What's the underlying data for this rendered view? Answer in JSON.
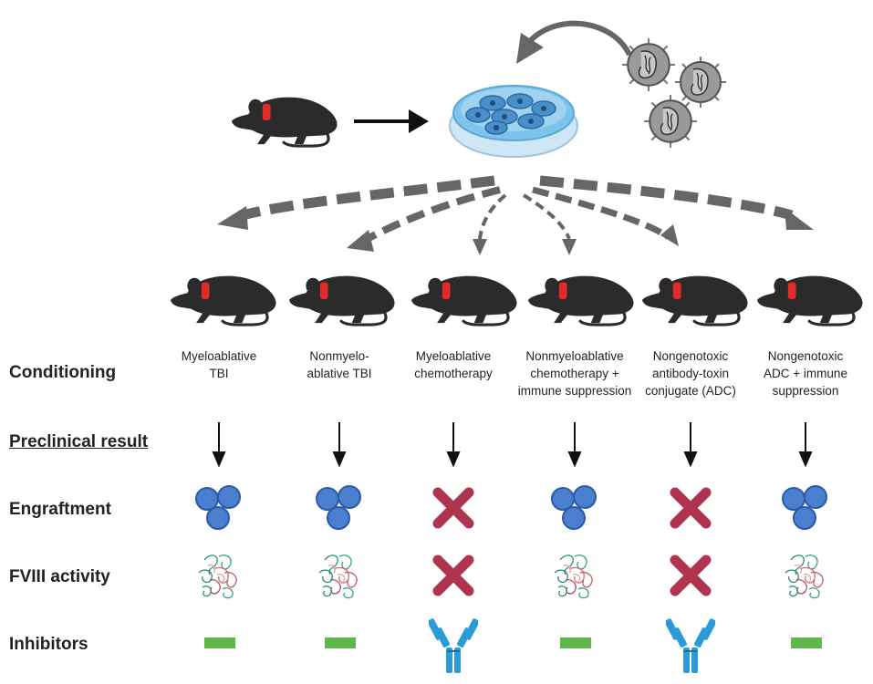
{
  "row_labels": {
    "conditioning": "Conditioning",
    "preclinical_result": "Preclinical result",
    "engraftment": "Engraftment",
    "fviii_activity": "FVIII activity",
    "inhibitors": "Inhibitors"
  },
  "columns": [
    {
      "conditioning_lines": [
        "Myeloablative",
        "TBI"
      ],
      "engraftment": "positive",
      "fviii_activity": "positive",
      "inhibitors": "none"
    },
    {
      "conditioning_lines": [
        "Nonmyelo-",
        "ablative TBI"
      ],
      "engraftment": "positive",
      "fviii_activity": "positive",
      "inhibitors": "none"
    },
    {
      "conditioning_lines": [
        "Myeloablative",
        "chemotherapy"
      ],
      "engraftment": "failed",
      "fviii_activity": "failed",
      "inhibitors": "present"
    },
    {
      "conditioning_lines": [
        "Nonmyeloablative",
        "chemotherapy +",
        "immune suppression"
      ],
      "engraftment": "positive",
      "fviii_activity": "positive",
      "inhibitors": "none"
    },
    {
      "conditioning_lines": [
        "Nongenotoxic",
        "antibody-toxin",
        "conjugate (ADC)"
      ],
      "engraftment": "failed",
      "fviii_activity": "failed",
      "inhibitors": "present"
    },
    {
      "conditioning_lines": [
        "Nongenotoxic",
        "ADC + immune",
        "suppression"
      ],
      "engraftment": "positive",
      "fviii_activity": "positive",
      "inhibitors": "none"
    }
  ],
  "colors": {
    "mouse_body": "#2b2b2b",
    "mouse_collar": "#e02b2b",
    "cell_blue": "#4a7fcf",
    "cell_blue_rim": "#2d5aa8",
    "cross_red": "#b0344f",
    "inhibitor_none_green": "#5fb84b",
    "antibody_blue": "#2a9bd6",
    "dish_liquid": "#7ec4ea",
    "virus_gray": "#9a9a9a",
    "arrow_gray": "#666666"
  },
  "icons": {
    "donor": "mouse-icon",
    "culture": "petri-dish-icon",
    "vector": "lentivirus-icon",
    "engraftment_positive": "cell-cluster-icon",
    "failed": "red-x-icon",
    "fviii_positive": "fviii-protein-icon",
    "inhibitors_none": "green-dash-icon",
    "inhibitors_present": "antibody-icon"
  }
}
